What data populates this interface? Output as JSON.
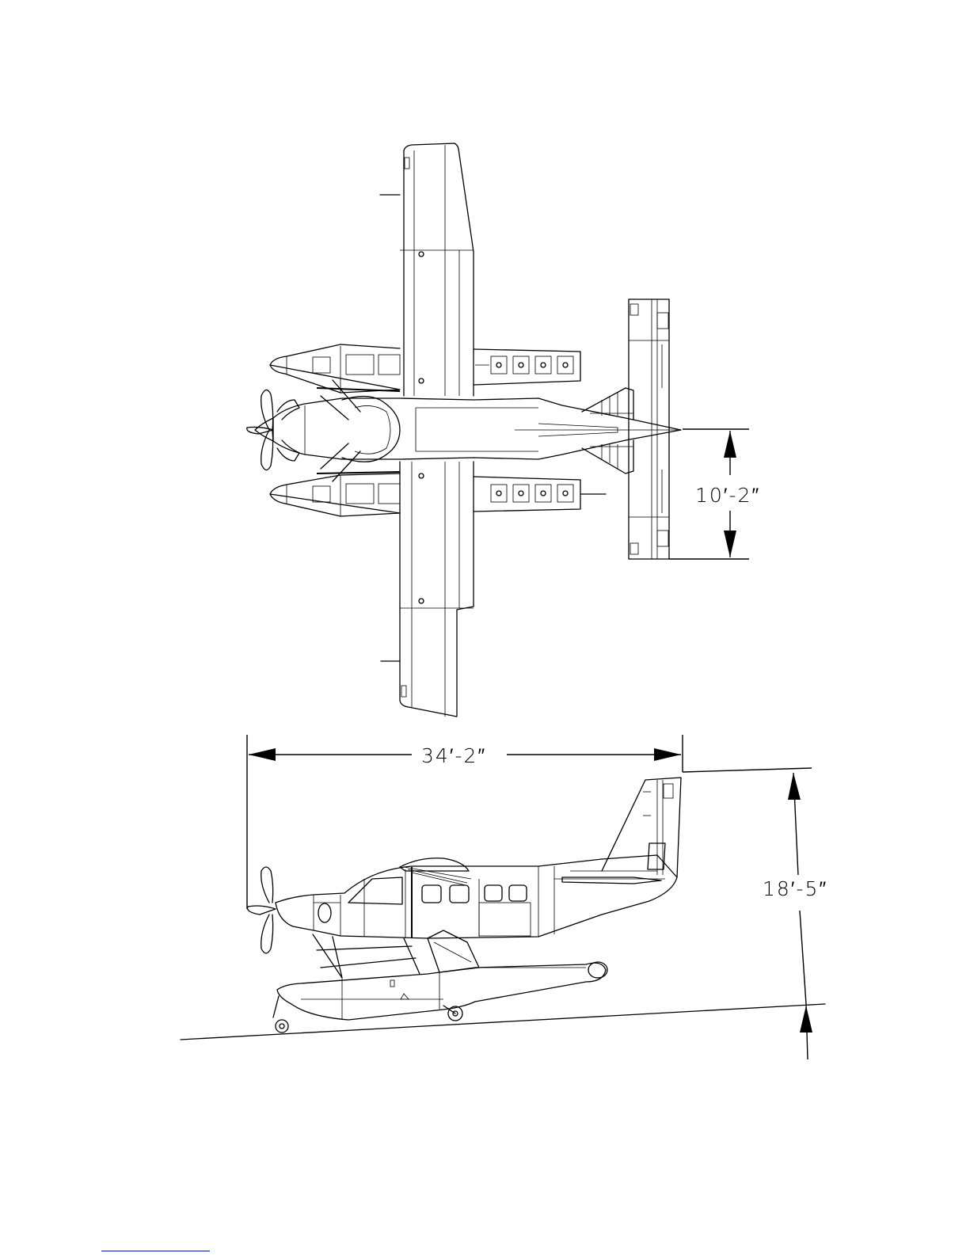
{
  "dimensions": {
    "length": "34′-2″",
    "height": "18′-5″",
    "tail_span": "10′-2″"
  },
  "colors": {
    "line": "#000000",
    "background": "#ffffff",
    "footer_rule": "#3a4fd6"
  }
}
